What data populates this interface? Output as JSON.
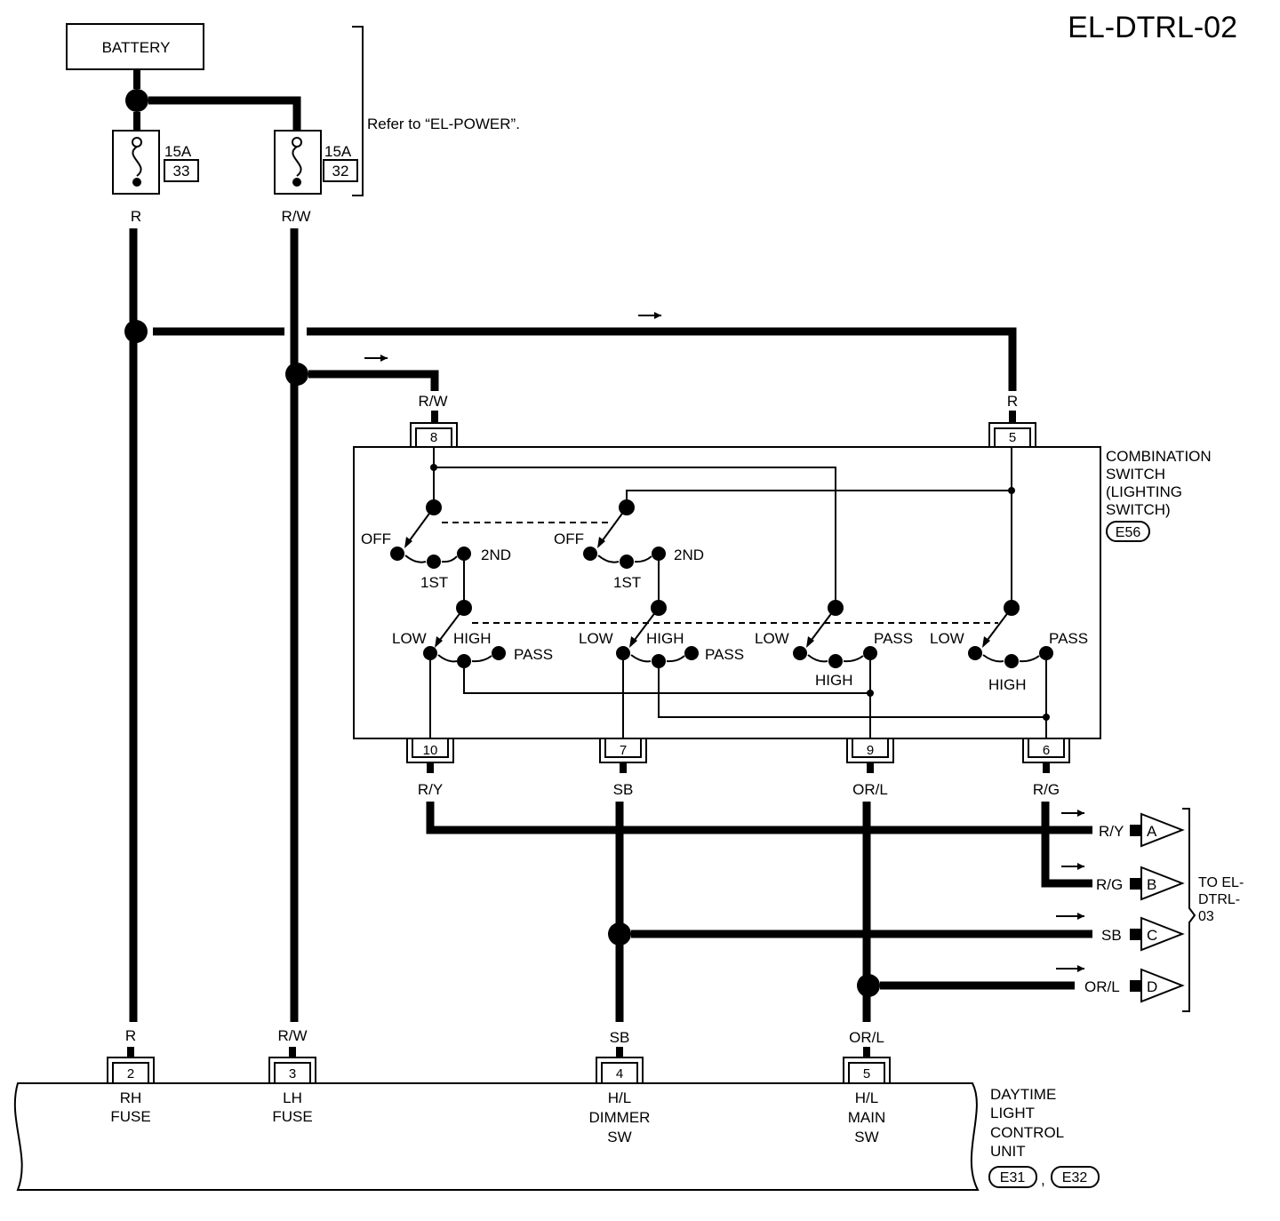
{
  "page_title": "EL-DTRL-02",
  "battery": {
    "label": "BATTERY"
  },
  "refer_note": "Refer to “EL-POWER”.",
  "fuses": [
    {
      "rating": "15A",
      "number": "33",
      "wire_out": "R"
    },
    {
      "rating": "15A",
      "number": "32",
      "wire_out": "R/W"
    }
  ],
  "switch": {
    "title_lines": [
      "COMBINATION",
      "SWITCH",
      "(LIGHTING",
      "SWITCH)"
    ],
    "connector": "E56",
    "input_pins": [
      {
        "pin": "8",
        "wire": "R/W"
      },
      {
        "pin": "5",
        "wire": "R"
      }
    ],
    "output_pins": [
      {
        "pin": "10",
        "wire": "R/Y"
      },
      {
        "pin": "7",
        "wire": "SB"
      },
      {
        "pin": "9",
        "wire": "OR/L"
      },
      {
        "pin": "6",
        "wire": "R/G"
      }
    ],
    "positions": {
      "off": "OFF",
      "first": "1ST",
      "second": "2ND",
      "low": "LOW",
      "high": "HIGH",
      "pass": "PASS"
    }
  },
  "outputs": {
    "destination": [
      "TO EL-",
      "DTRL-",
      "03"
    ],
    "items": [
      {
        "wire": "R/Y",
        "letter": "A"
      },
      {
        "wire": "R/G",
        "letter": "B"
      },
      {
        "wire": "SB",
        "letter": "C"
      },
      {
        "wire": "OR/L",
        "letter": "D"
      }
    ]
  },
  "control_unit": {
    "title_lines": [
      "DAYTIME",
      "LIGHT",
      "CONTROL",
      "UNIT"
    ],
    "connectors": [
      "E31",
      "E32"
    ],
    "separator": ",",
    "pins": [
      {
        "pin": "2",
        "wire": "R",
        "label_lines": [
          "RH",
          "FUSE"
        ]
      },
      {
        "pin": "3",
        "wire": "R/W",
        "label_lines": [
          "LH",
          "FUSE"
        ]
      },
      {
        "pin": "4",
        "wire": "SB",
        "label_lines": [
          "H/L",
          "DIMMER",
          "SW"
        ]
      },
      {
        "pin": "5",
        "wire": "OR/L",
        "label_lines": [
          "H/L",
          "MAIN",
          "SW"
        ]
      }
    ]
  }
}
